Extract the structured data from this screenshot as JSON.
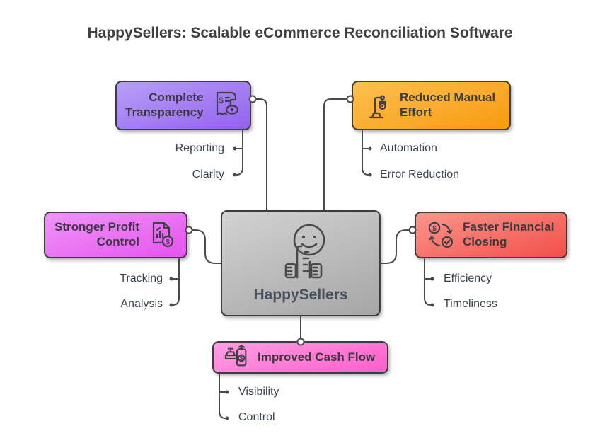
{
  "title": "HappySellers: Scalable eCommerce Reconciliation Software",
  "style": {
    "background": "#ffffff",
    "title_color": "#414141",
    "connector_color": "#4a4a4a",
    "node_border_color": "#3d3d3d",
    "node_text_color": "#3a3a42",
    "sublabel_color": "#3e4450"
  },
  "center": {
    "label": "HappySellers",
    "icon": "smiley-receipt-icon",
    "color_top": "#d2d2d2",
    "color_bottom": "#a6a6a6"
  },
  "branches": [
    {
      "id": "complete-transparency",
      "label": "Complete Transparency",
      "icon": "receipt-eye-icon",
      "color_top": "#b7a0f7",
      "color_bottom": "#9560f0",
      "children": [
        "Reporting",
        "Clarity"
      ]
    },
    {
      "id": "reduced-manual-effort",
      "label": "Reduced Manual Effort",
      "icon": "robot-arm-icon",
      "color_top": "#fdc050",
      "color_bottom": "#f79a10",
      "children": [
        "Automation",
        "Error Reduction"
      ]
    },
    {
      "id": "stronger-profit-control",
      "label": "Stronger Profit Control",
      "icon": "document-chart-dollar-icon",
      "color_top": "#f095f8",
      "color_bottom": "#e553ef",
      "children": [
        "Tracking",
        "Analysis"
      ]
    },
    {
      "id": "faster-financial-closing",
      "label": "Faster Financial Closing",
      "icon": "currency-cycle-check-icon",
      "color_top": "#fa958b",
      "color_bottom": "#f25049",
      "children": [
        "Efficiency",
        "Timeliness"
      ]
    },
    {
      "id": "improved-cash-flow",
      "label": "Improved Cash Flow",
      "icon": "cash-register-phone-icon",
      "color_top": "#ff9fe3",
      "color_bottom": "#fe5ec9",
      "children": [
        "Visibility",
        "Control"
      ]
    }
  ]
}
